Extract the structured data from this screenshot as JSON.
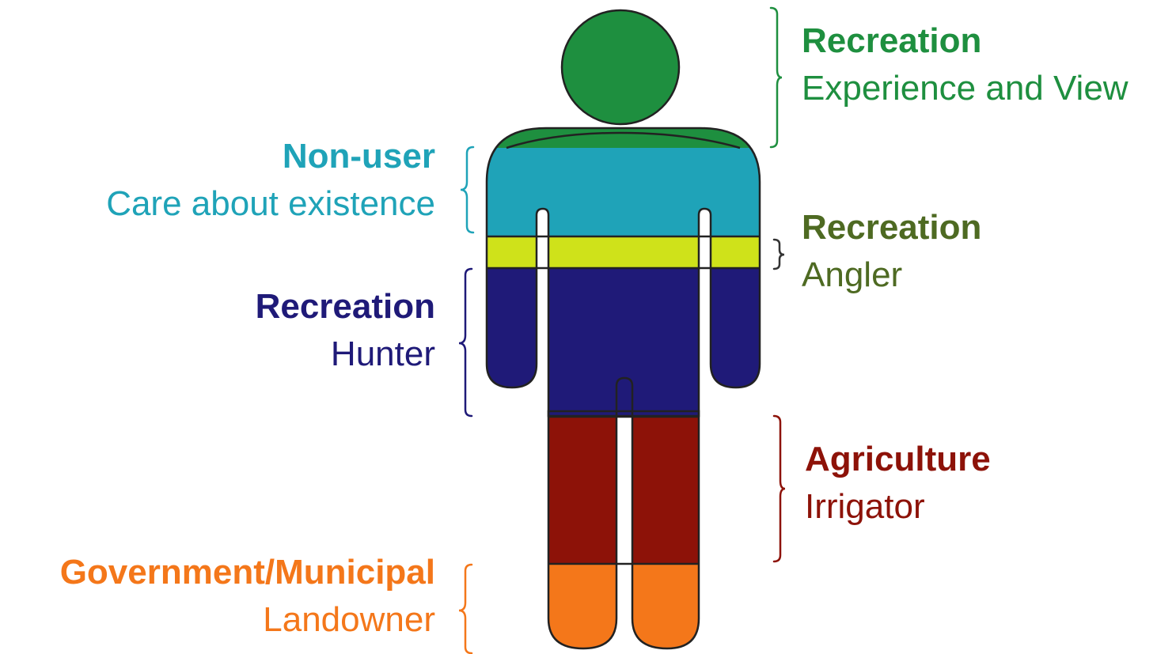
{
  "colors": {
    "head_and_shoulders": "#1e8f3f",
    "torso_upper": "#1fa3b8",
    "chest_band": "#cfe21a",
    "torso_lower": "#1f1a78",
    "legs_upper": "#8d1208",
    "legs_lower": "#f4771a",
    "recreation_view_text": "#1e8f3f",
    "non_user_text": "#1fa3b8",
    "angler_text": "#4e6a22",
    "hunter_text": "#1f1a78",
    "agriculture_text": "#8d1208",
    "government_text": "#f4771a"
  },
  "labels": {
    "recreation_view": {
      "title": "Recreation",
      "sub": "Experience and View"
    },
    "non_user": {
      "title": "Non-user",
      "sub": "Care about existence"
    },
    "angler": {
      "title": "Recreation",
      "sub": "Angler"
    },
    "hunter": {
      "title": "Recreation",
      "sub": "Hunter"
    },
    "agriculture": {
      "title": "Agriculture",
      "sub": "Irrigator"
    },
    "government": {
      "title": "Government/Municipal",
      "sub": "Landowner"
    }
  }
}
